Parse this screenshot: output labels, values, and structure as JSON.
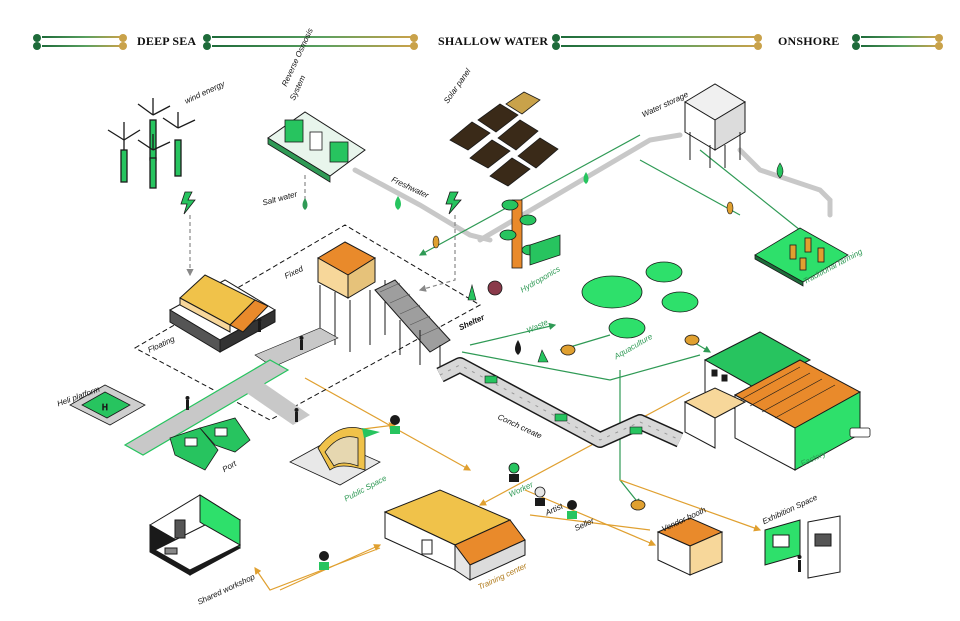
{
  "header": {
    "zones": [
      "DEEP SEA",
      "SHALLOW WATER",
      "ONSHORE"
    ]
  },
  "labels": {
    "wind_energy": "wind energy",
    "reverse_osmosis": [
      "Reverse Osmosis",
      "System"
    ],
    "solar_panel": "Solar panel",
    "water_storage": "Water storage",
    "salt_water": "Salt water",
    "freshwater": "Freshwater",
    "fixed": "Fixed",
    "floating": "Floating",
    "shelter": "Shelter",
    "hydroponics": "Hydroponics",
    "traditional_farming": "Traditional farming",
    "waste": "Waste",
    "aquaculture": "Aquaculture",
    "heli_platform": "Heli platform",
    "port": "Port",
    "conch_create": "Conch create",
    "factory": "Factory",
    "public_space": "Public Space",
    "worker": "Worker",
    "artist": "Artist",
    "seller": "Seller",
    "vendor_booth": "Vendor booth",
    "exhibition_space": "Exhibition Space",
    "shared_workshop": "Shared workshop",
    "training_center": "Training center"
  },
  "colors": {
    "green": "#27c45f",
    "bright_green": "#2ee06b",
    "dark_green": "#1e6b3a",
    "orange": "#e98a2b",
    "gold": "#c9a24a",
    "flow_orange": "#e0a030",
    "gray": "#c8c8c8",
    "ink": "#1a1a1a"
  }
}
